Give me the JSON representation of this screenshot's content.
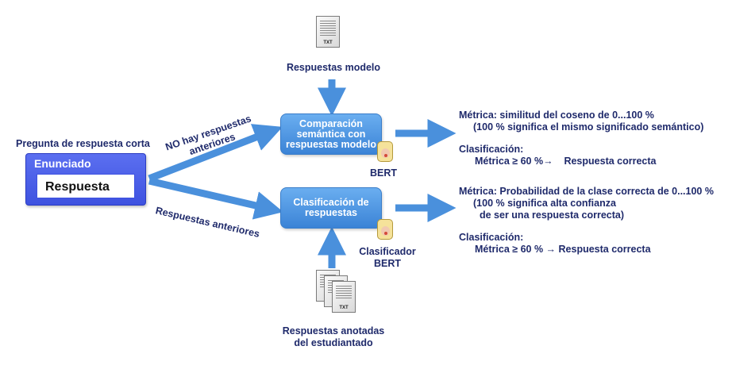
{
  "left_card": {
    "title": "Pregunta de respuesta corta",
    "header": "Enunciado",
    "answer": "Respuesta"
  },
  "branches": {
    "top_label_line1": "NO hay respuestas",
    "top_label_line2": "anteriores",
    "bottom_label": "Respuestas anteriores"
  },
  "top_input": {
    "doc_caption": "TXT",
    "label": "Respuestas modelo"
  },
  "bottom_input": {
    "doc_caption": "TXT",
    "label_line1": "Respuestas anotadas",
    "label_line2": "del estudiantado"
  },
  "process_top": {
    "line1": "Comparación",
    "line2": "semántica con",
    "line3": "respuestas modelo",
    "model": "BERT"
  },
  "process_bottom": {
    "line1": "Clasificación de",
    "line2": "respuestas",
    "model_line1": "Clasificador",
    "model_line2": "BERT"
  },
  "result_top": {
    "metric_line1": "Métrica: similitud del coseno de 0...100 %",
    "metric_line2": "(100 % significa el mismo significado semántico)",
    "class_title": "Clasificación:",
    "class_rule": "Métrica ≥ 60 %→    Respuesta correcta"
  },
  "result_bottom": {
    "metric_line1": "Métrica: Probabilidad de la clase correcta de 0...100 %",
    "metric_line2": "(100 % significa alta confianza",
    "metric_line3": "de ser una respuesta correcta)",
    "class_title": "Clasificación:",
    "class_rule": "Métrica ≥ 60 % → Respuesta correcta"
  },
  "colors": {
    "arrow": "#4a90dc",
    "text": "#1f2a6b",
    "process_fill": "#4a90dc",
    "card_fill": "#4b5fe8"
  }
}
